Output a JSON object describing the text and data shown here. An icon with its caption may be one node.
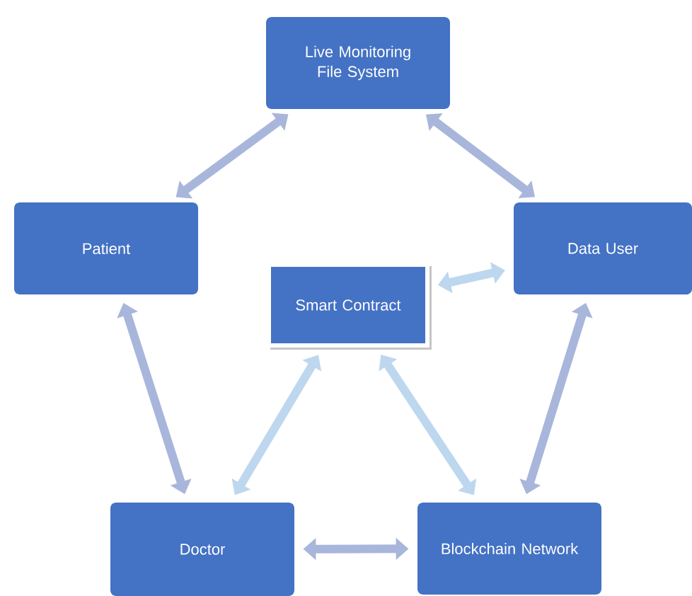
{
  "diagram": {
    "nodes": [
      {
        "text": [
          "Live Monitoring File System"
        ]
      },
      {
        "text": [
          "Patient"
        ]
      },
      {
        "text": [
          "Data User"
        ]
      },
      {
        "text": [
          "Smart Contract"
        ]
      },
      {
        "text": [
          "Doctor"
        ]
      },
      {
        "text": [
          "Blockchain Network"
        ]
      }
    ],
    "edges": [
      {
        "from": 0,
        "to": 1,
        "arrow": "both"
      },
      {
        "from": 0,
        "to": 2,
        "arrow": "both"
      },
      {
        "from": 1,
        "to": 4,
        "arrow": "both"
      },
      {
        "from": 2,
        "to": 5,
        "arrow": "both"
      },
      {
        "from": 4,
        "to": 5,
        "arrow": "both"
      },
      {
        "from": 3,
        "to": 2,
        "arrow": "both",
        "color": "#bdd7ee"
      },
      {
        "from": 3,
        "to": 4,
        "arrow": "both",
        "color": "#bdd7ee"
      },
      {
        "from": 3,
        "to": 5,
        "arrow": "both",
        "color": "#bdd7ee"
      }
    ]
  }
}
